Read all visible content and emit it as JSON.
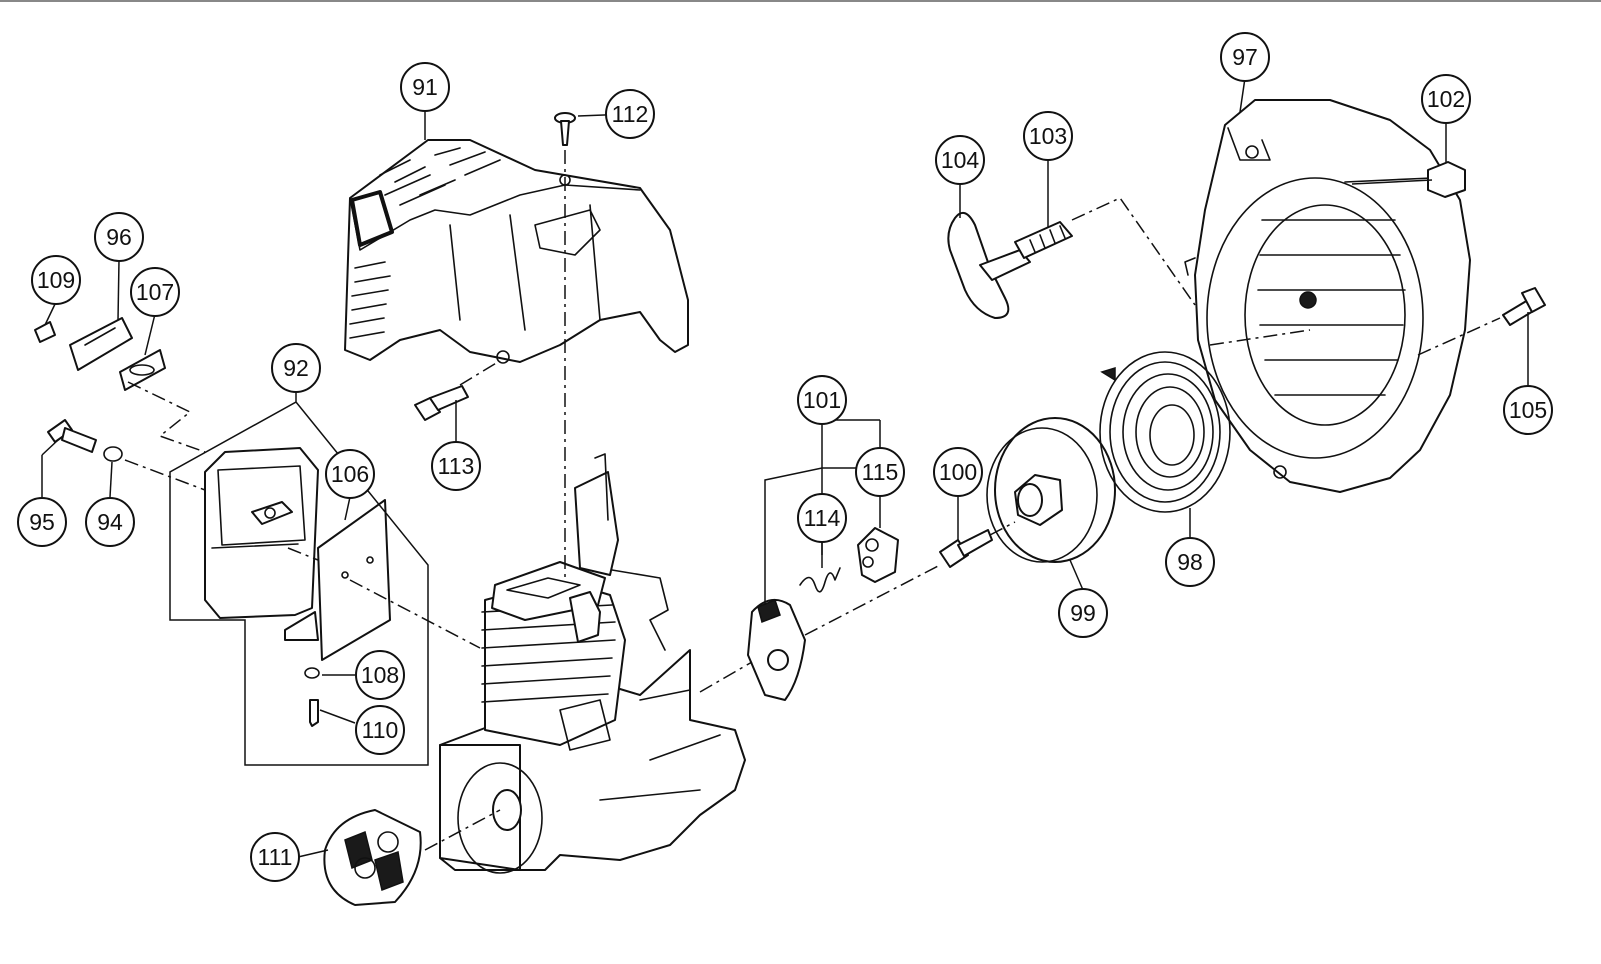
{
  "figure": {
    "colors": {
      "line": "#111111",
      "background": "#ffffff"
    },
    "callouts": [
      {
        "id": "c91",
        "label": "91"
      },
      {
        "id": "c112",
        "label": "112"
      },
      {
        "id": "c97",
        "label": "97"
      },
      {
        "id": "c102",
        "label": "102"
      },
      {
        "id": "c104",
        "label": "104"
      },
      {
        "id": "c103",
        "label": "103"
      },
      {
        "id": "c96",
        "label": "96"
      },
      {
        "id": "c109",
        "label": "109"
      },
      {
        "id": "c107",
        "label": "107"
      },
      {
        "id": "c92",
        "label": "92"
      },
      {
        "id": "c113",
        "label": "113"
      },
      {
        "id": "c101",
        "label": "101"
      },
      {
        "id": "c105",
        "label": "105"
      },
      {
        "id": "c106",
        "label": "106"
      },
      {
        "id": "c95",
        "label": "95"
      },
      {
        "id": "c94",
        "label": "94"
      },
      {
        "id": "c115",
        "label": "115"
      },
      {
        "id": "c100",
        "label": "100"
      },
      {
        "id": "c114",
        "label": "114"
      },
      {
        "id": "c98",
        "label": "98"
      },
      {
        "id": "c99",
        "label": "99"
      },
      {
        "id": "c108",
        "label": "108"
      },
      {
        "id": "c110",
        "label": "110"
      },
      {
        "id": "c111",
        "label": "111"
      }
    ]
  }
}
